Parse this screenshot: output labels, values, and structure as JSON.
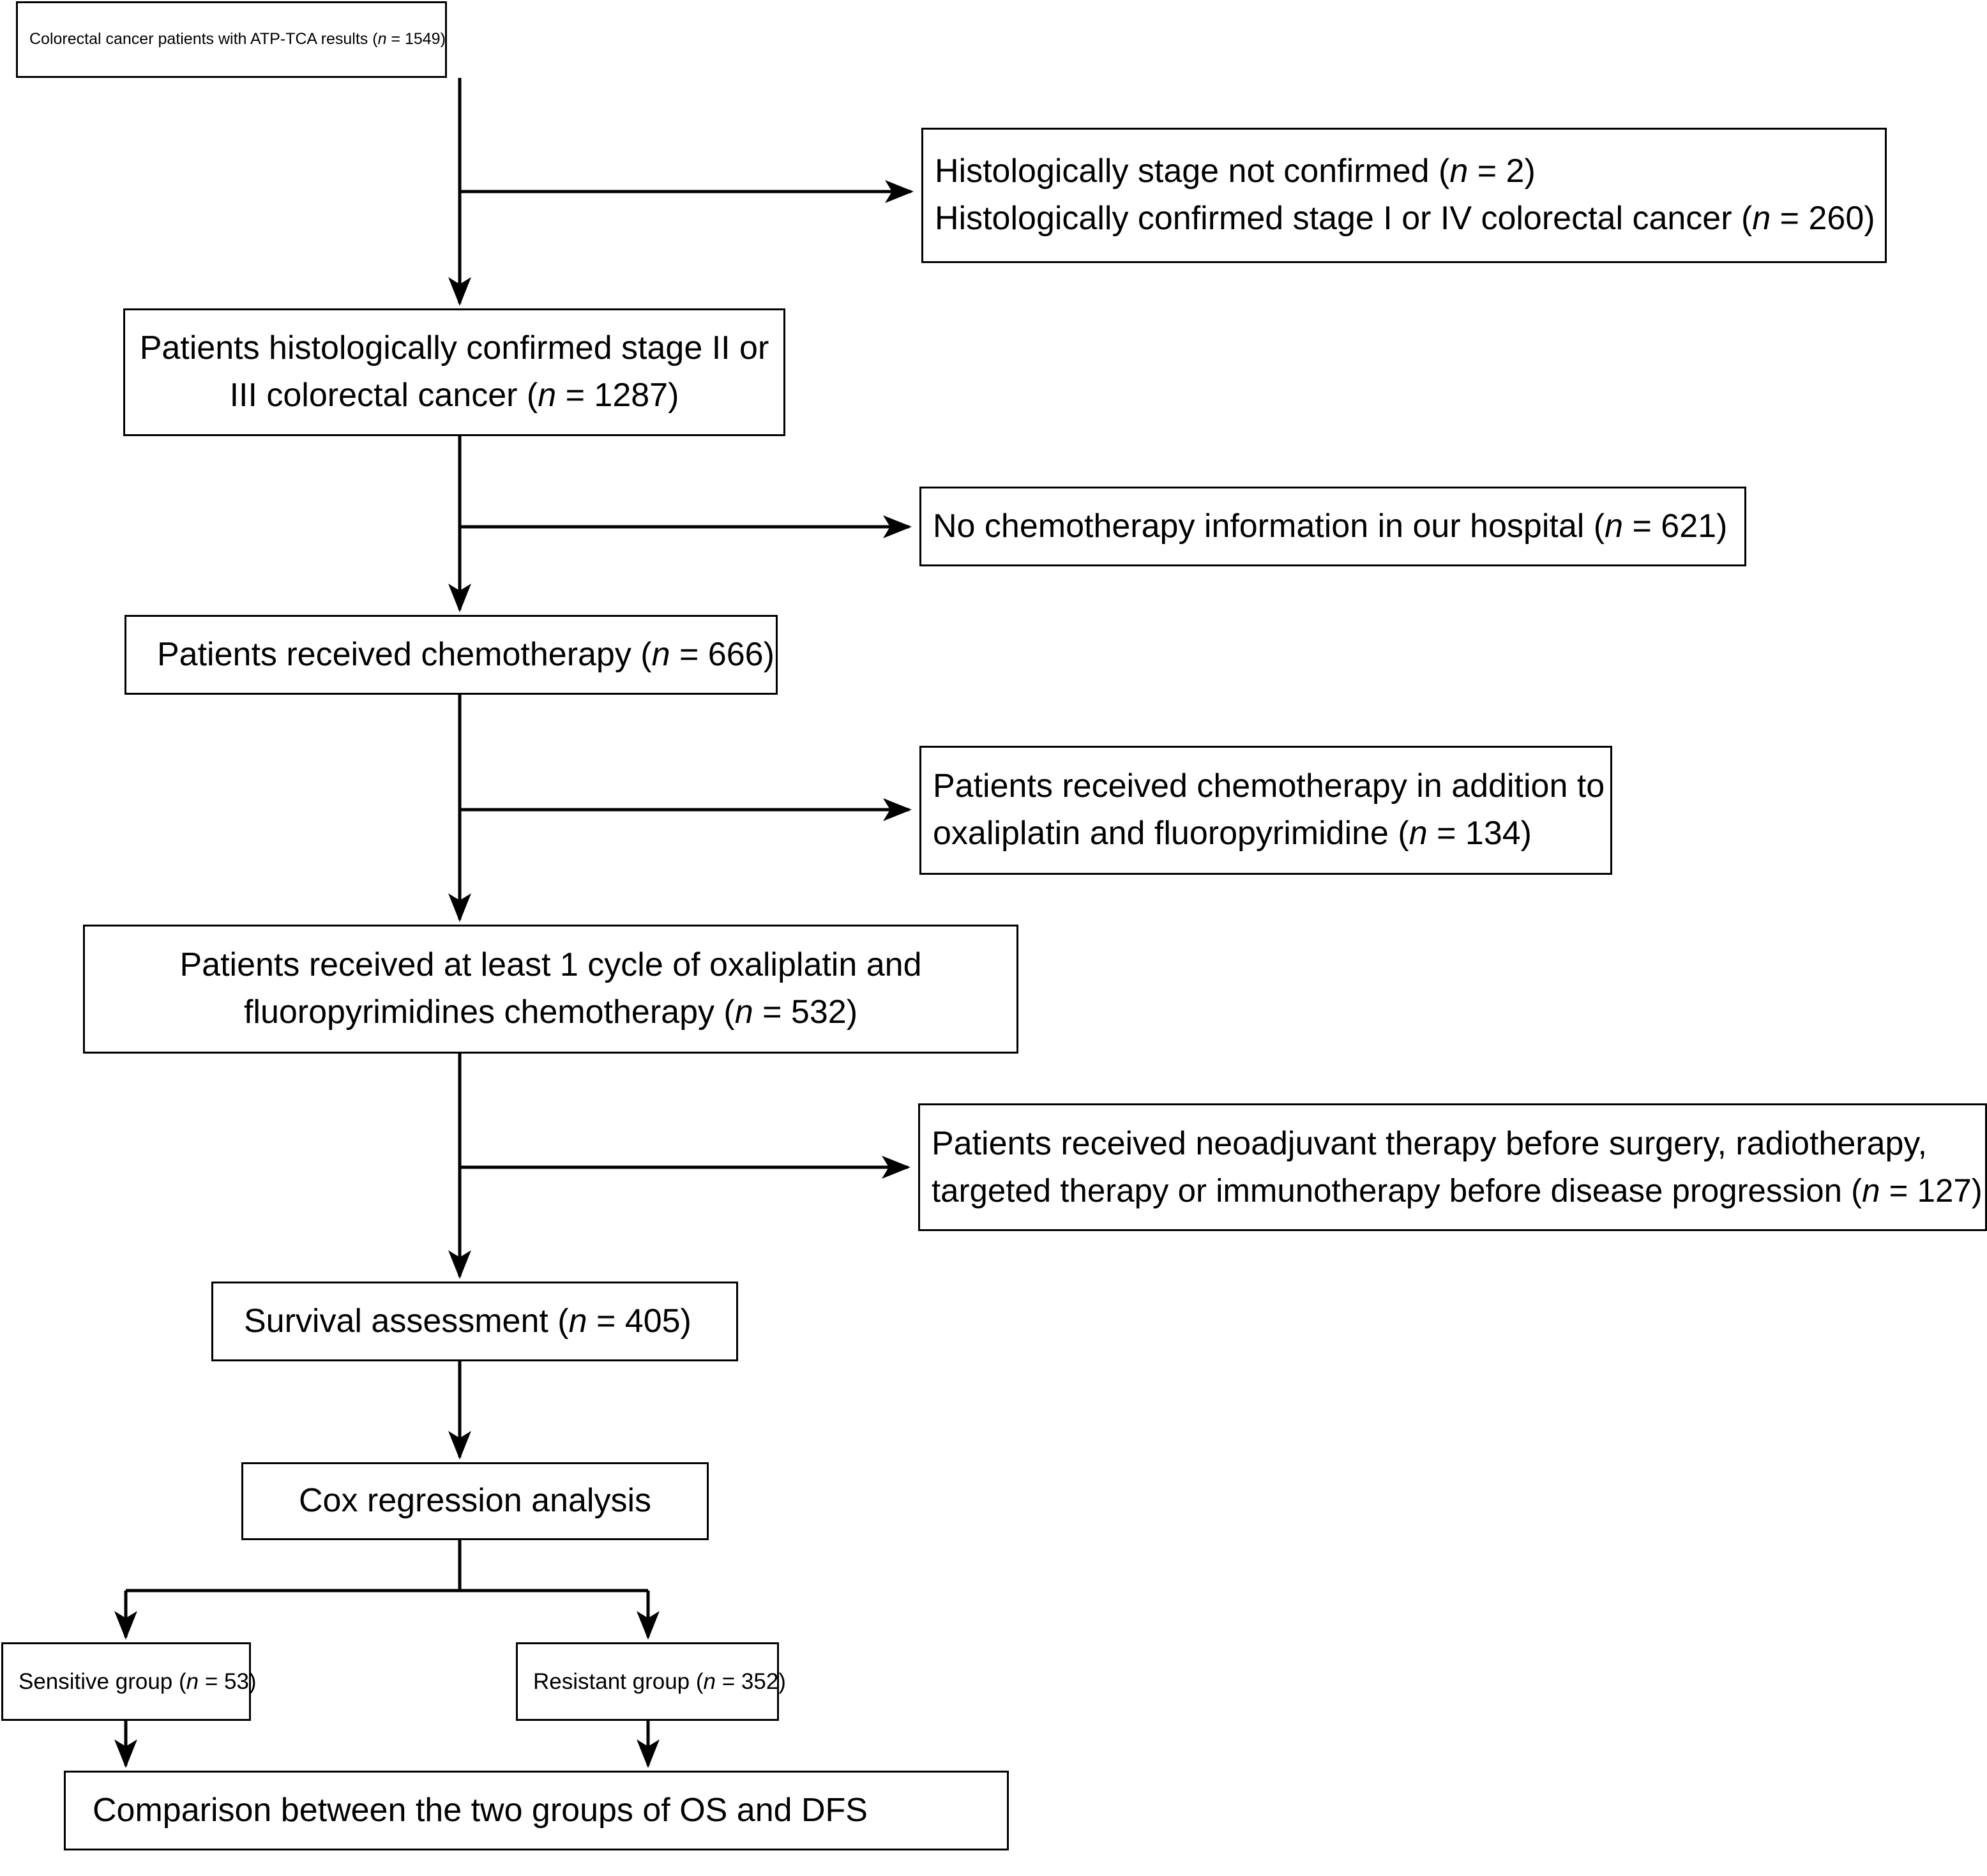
{
  "diagram": {
    "type": "study-flow-chart",
    "title": "Patient selection flow diagram",
    "line_color": "#000000",
    "box_fill": "#ffffff",
    "nodes": [
      {
        "id": "enrolled",
        "kind": "main",
        "lines": [
          "Colorectal cancer patients with ATP-TCA results (n = 1549)"
        ],
        "n": 1549
      },
      {
        "id": "exclude-1",
        "kind": "exclusion",
        "lines": [
          "Histologically stage not confirmed (n = 2)",
          "Histologically confirmed stage I or IV colorectal cancer (n = 260)"
        ],
        "n": [
          2,
          260
        ]
      },
      {
        "id": "stage-2-3",
        "kind": "main",
        "lines": [
          "Patients histologically confirmed stage II or",
          "III colorectal cancer (n = 1287)"
        ],
        "n": 1287
      },
      {
        "id": "exclude-2",
        "kind": "exclusion",
        "lines": [
          "No chemotherapy information in our hospital (n = 621)"
        ],
        "n": 621
      },
      {
        "id": "received-chemo",
        "kind": "main",
        "lines": [
          "Patients received chemotherapy (n = 666)"
        ],
        "n": 666
      },
      {
        "id": "exclude-3",
        "kind": "exclusion",
        "lines": [
          "Patients received chemotherapy in addition to",
          "oxaliplatin and fluoropyrimidine (n = 134)"
        ],
        "n": 134
      },
      {
        "id": "one-cycle",
        "kind": "main",
        "lines": [
          "Patients received at least 1 cycle of oxaliplatin and",
          "fluoropyrimidines chemotherapy (n = 532)"
        ],
        "n": 532
      },
      {
        "id": "exclude-4",
        "kind": "exclusion",
        "lines": [
          "Patients received neoadjuvant therapy before surgery, radiotherapy,",
          "targeted therapy or immunotherapy before disease progression (n = 127)"
        ],
        "n": 127
      },
      {
        "id": "survival",
        "kind": "main",
        "lines": [
          "Survival assessment (n = 405)"
        ],
        "n": 405
      },
      {
        "id": "cox",
        "kind": "main",
        "lines": [
          "Cox regression analysis"
        ]
      },
      {
        "id": "sensitive",
        "kind": "main",
        "lines": [
          "Sensitive group (n = 53)"
        ],
        "n": 53
      },
      {
        "id": "resistant",
        "kind": "main",
        "lines": [
          "Resistant group (n = 352)"
        ],
        "n": 352
      },
      {
        "id": "comparison",
        "kind": "main",
        "lines": [
          "Comparison between the two groups of OS and DFS"
        ]
      }
    ]
  },
  "box_enrolled": {
    "line1": "Colorectal cancer patients with ATP-TCA results (n = 1549)"
  },
  "box_exclude1": {
    "line1": "Histologically stage not confirmed (n = 2)",
    "line2": "Histologically confirmed stage I or IV colorectal cancer (n = 260)"
  },
  "box_stage23": {
    "line1": "Patients histologically confirmed stage II or",
    "line2": "III colorectal cancer (n = 1287)"
  },
  "box_exclude2": {
    "line1": "No chemotherapy information in our hospital (n = 621)"
  },
  "box_chemo": {
    "line1": "Patients received chemotherapy (n = 666)"
  },
  "box_exclude3": {
    "line1": "Patients received chemotherapy in addition to",
    "line2": "oxaliplatin and fluoropyrimidine (n = 134)"
  },
  "box_onecycle": {
    "line1": "Patients received at least 1 cycle of oxaliplatin and",
    "line2": "fluoropyrimidines chemotherapy (n = 532)"
  },
  "box_exclude4": {
    "line1": "Patients received neoadjuvant therapy before surgery, radiotherapy,",
    "line2": "targeted therapy or immunotherapy before disease progression (n = 127)"
  },
  "box_survival": {
    "line1": "Survival assessment (n = 405)"
  },
  "box_cox": {
    "line1": "Cox regression analysis"
  },
  "box_sensitive": {
    "line1": "Sensitive group (n = 53)"
  },
  "box_resistant": {
    "line1": "Resistant group (n = 352)"
  },
  "box_comparison": {
    "line1": "Comparison between the two groups of OS and DFS"
  }
}
